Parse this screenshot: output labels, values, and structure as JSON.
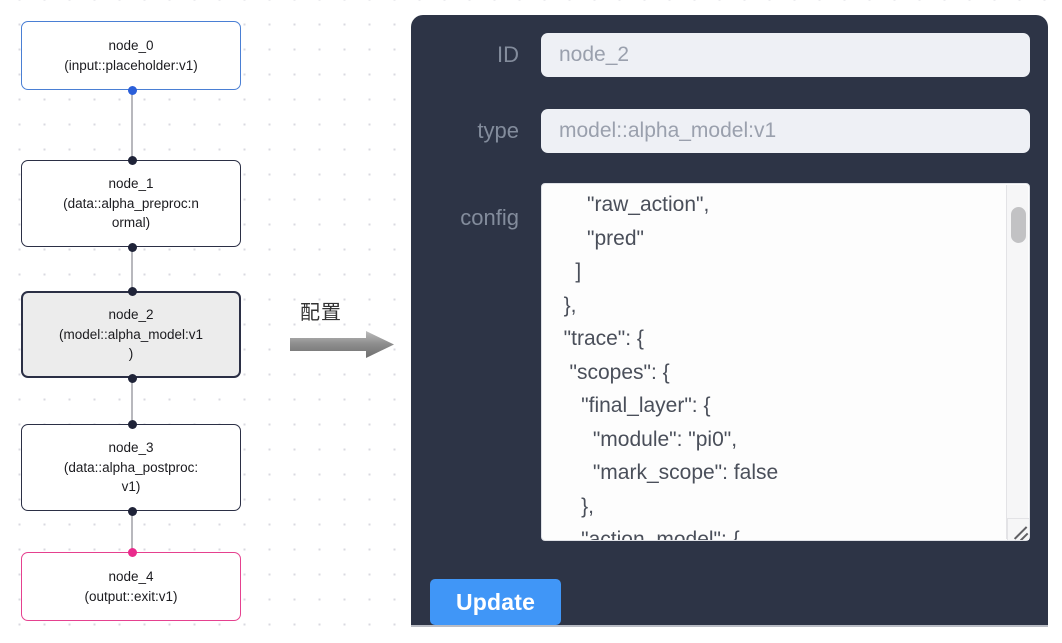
{
  "canvas": {
    "name": "node-graph-canvas",
    "nodes": [
      {
        "id": "node_0",
        "title": "node_0",
        "subtitle": "(input::placeholder:v1)",
        "style": "blue-edge",
        "handle": "blue",
        "lines": [
          "node_0",
          "(input::placeholder:v1)"
        ]
      },
      {
        "id": "node_1",
        "title": "node_1",
        "subtitle": "(data::alpha_preproc:normal)",
        "style": "default",
        "handle": "dark",
        "lines": [
          "node_1",
          "(data::alpha_preproc:n",
          "ormal)"
        ]
      },
      {
        "id": "node_2",
        "title": "node_2",
        "subtitle": "(model::alpha_model:v1)",
        "style": "selected",
        "handle": "dark",
        "lines": [
          "node_2",
          "(model::alpha_model:v1",
          ")"
        ]
      },
      {
        "id": "node_3",
        "title": "node_3",
        "subtitle": "(data::alpha_postproc:v1)",
        "style": "default",
        "handle": "dark",
        "lines": [
          "node_3",
          "(data::alpha_postproc:",
          "v1)"
        ]
      },
      {
        "id": "node_4",
        "title": "node_4",
        "subtitle": "(output::exit:v1)",
        "style": "pink-edge",
        "handle": "pink",
        "lines": [
          "node_4",
          "(output::exit:v1)"
        ]
      }
    ],
    "edges": [
      {
        "from": "node_0",
        "to": "node_1"
      },
      {
        "from": "node_1",
        "to": "node_2"
      },
      {
        "from": "node_2",
        "to": "node_3"
      },
      {
        "from": "node_3",
        "to": "node_4"
      }
    ]
  },
  "annotation": {
    "label": "配置",
    "arrow": "right-arrow"
  },
  "panel": {
    "name": "node-config-panel",
    "fields": {
      "id": {
        "label": "ID",
        "value": "node_2",
        "placeholder": "node_2"
      },
      "type": {
        "label": "type",
        "value": "model::alpha_model:v1",
        "placeholder": "model::alpha_model:v1"
      },
      "config": {
        "label": "config",
        "value": "      \"raw_action\",\n      \"pred\"\n    ]\n  },\n  \"trace\": {\n   \"scopes\": {\n     \"final_layer\": {\n       \"module\": \"pi0\",\n       \"mark_scope\": false\n     },\n     \"action_model\": {"
      }
    },
    "update_button": {
      "label": "Update"
    },
    "colors": {
      "panel_background": "#2d3446",
      "label_text": "#838c9c",
      "input_background": "#eef0f5",
      "input_text": "#9aa0ad",
      "button_background": "#4096f7",
      "button_text": "#ffffff",
      "selected_node_fill": "#ececec",
      "input_node_border": "#4a7fd4",
      "output_node_border": "#e5418f",
      "node_border": "#2b2f45"
    }
  }
}
